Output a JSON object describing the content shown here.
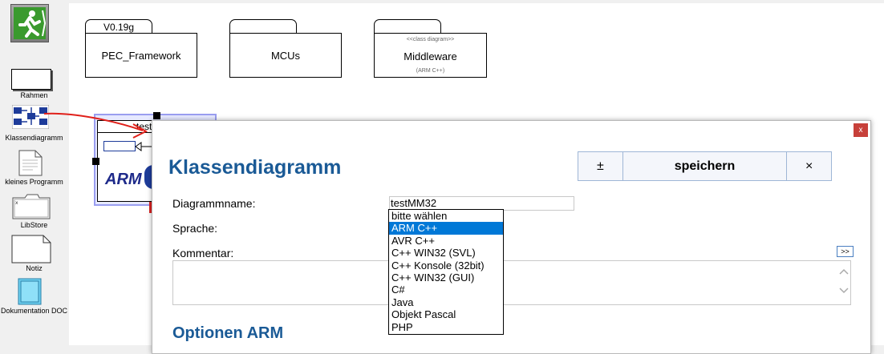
{
  "toolbar": {
    "items": [
      {
        "label": "Rahmen"
      },
      {
        "label": "Klassendiagramm"
      },
      {
        "label": "kleines Programm"
      },
      {
        "label": "LibStore"
      },
      {
        "label": "Notiz"
      },
      {
        "label": "Dokumentation DOC"
      }
    ]
  },
  "canvas": {
    "packages": [
      {
        "tab": "V0.19g",
        "name": "PEC_Framework",
        "stereotype": "",
        "note": ""
      },
      {
        "tab": "",
        "name": "MCUs",
        "stereotype": "",
        "note": ""
      },
      {
        "tab": "",
        "name": "Middleware",
        "stereotype": "<<class diagram>>",
        "note": "(ARM C++)"
      }
    ],
    "selected_element": {
      "title": "test",
      "logo_text": "ARM"
    }
  },
  "dialog": {
    "close_symbol": "x",
    "title": "Klassendiagramm",
    "buttons": {
      "toggle": "±",
      "save": "speichern",
      "close": "×"
    },
    "name_label": "Diagrammname:",
    "name_value": "testMM32",
    "language_label": "Sprache:",
    "language_options": [
      "bitte wählen",
      "ARM C++",
      "AVR C++",
      "C++ WIN32 (SVL)",
      "C++ Konsole (32bit)",
      "C++ WIN32 (GUI)",
      "C#",
      "Java",
      "Objekt Pascal",
      "PHP"
    ],
    "language_selected_index": 1,
    "comment_label": "Kommentar:",
    "expand_label": ">>",
    "section_title": "Optionen ARM"
  },
  "colors": {
    "accent": "#1a5a96",
    "selection": "#0078d7",
    "close_button": "#c7403a",
    "annotation_arrow": "#e0201a"
  }
}
